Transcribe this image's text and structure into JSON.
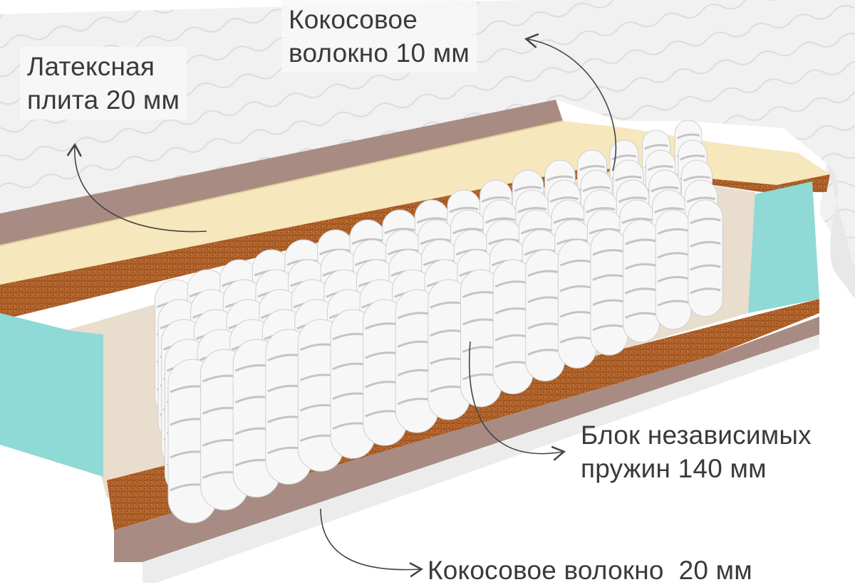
{
  "labels": {
    "latex": {
      "line1": "Латексная",
      "line2": "плита 20 мм"
    },
    "coconut_top": {
      "line1": "Кокосовое",
      "line2": "волокно 10 мм"
    },
    "springs": {
      "line1": "Блок независимых",
      "line2": "пружин 140 мм"
    },
    "coconut_bottom": {
      "line1": "Кокосовое волокно  20 мм"
    }
  },
  "colors": {
    "cover": "#f1f1f1",
    "mauve": "#a88c84",
    "latex": "#f6e7bd",
    "coconut": "#b4652c",
    "foam": "#8fd9d6",
    "board": "#e9ddce",
    "spring": "#f7f7f7",
    "text": "#3a3a3a"
  }
}
